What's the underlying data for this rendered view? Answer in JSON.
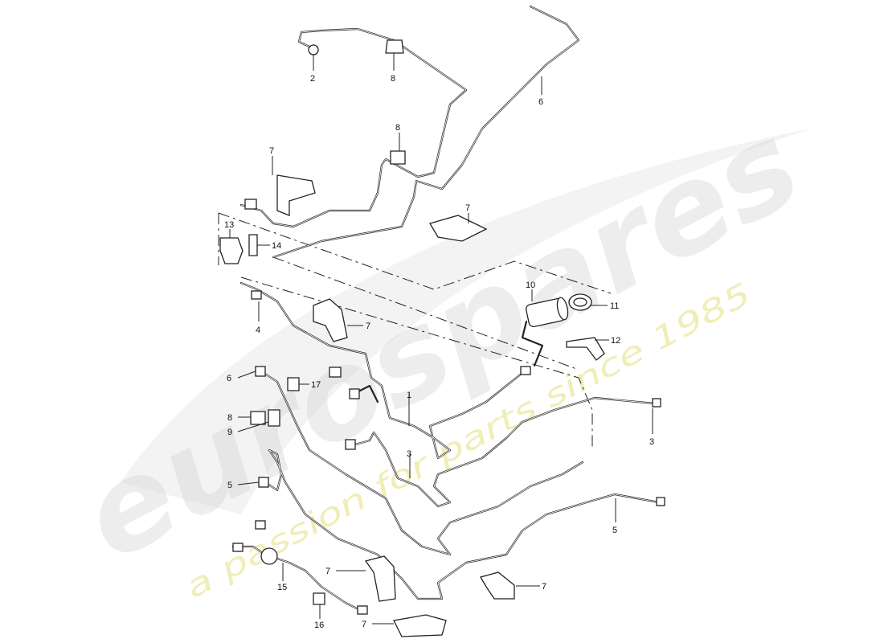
{
  "watermark": {
    "brand": "eurospares",
    "tagline": "a passion for parts since 1985",
    "brand_color": "#d6d6d6",
    "tagline_color": "#e3e07a"
  },
  "callouts": {
    "c1": "1",
    "c2": "2",
    "c3a": "3",
    "c3b": "3",
    "c4": "4",
    "c5a": "5",
    "c5b": "5",
    "c6a": "6",
    "c6b": "6",
    "c7a": "7",
    "c7b": "7",
    "c7c": "7",
    "c7d": "7",
    "c7e": "7",
    "c7f": "7",
    "c8a": "8",
    "c8b": "8",
    "c8c": "8",
    "c9": "9",
    "c10": "10",
    "c11": "11",
    "c12": "12",
    "c13": "13",
    "c14": "14",
    "c15": "15",
    "c16": "16",
    "c17": "17"
  }
}
